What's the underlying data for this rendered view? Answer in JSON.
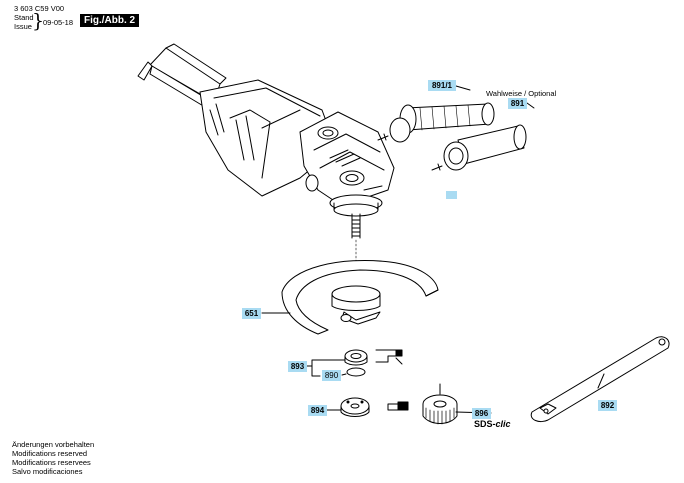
{
  "header": {
    "doc_number": "3 603 C59 V00",
    "stand_label": "Stand",
    "issue_label": "Issue",
    "issue_date": "09-05-18",
    "figure_label": "Fig./Abb. 2"
  },
  "optional_label": "Wahlweise / Optional",
  "parts": {
    "p8911": "891/1",
    "p891": "891",
    "p651": "651",
    "p893": "893",
    "p890": "890",
    "p894": "894",
    "p896": "896",
    "p892": "892"
  },
  "sds_prefix": "SDS-",
  "sds_suffix": "clic",
  "disclaimer": [
    "Änderungen vorbehalten",
    "Modifications reserved",
    "Modifications reservees",
    "Salvo modificaciones"
  ],
  "colors": {
    "label_fill": "#a9dbf2",
    "figure_label_fill": "#000000"
  }
}
